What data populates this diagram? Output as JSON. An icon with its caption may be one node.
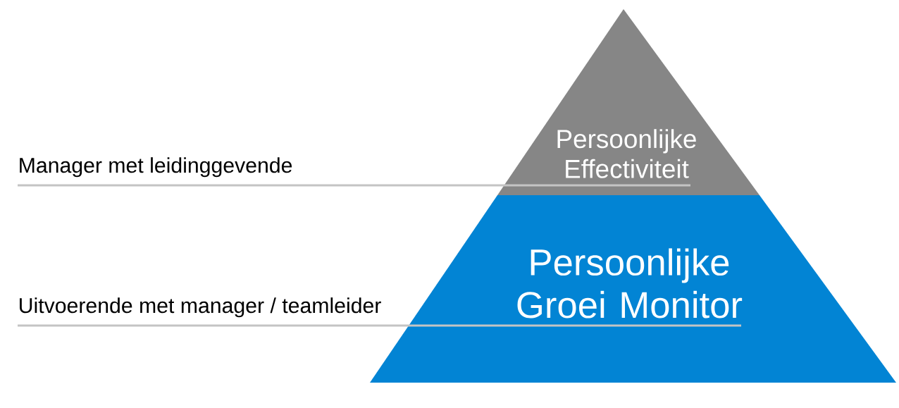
{
  "diagram": {
    "nodes": [
      {
        "text": [
          "Persoonlijke Effectiviteit"
        ]
      },
      {
        "text": [
          "Persoonlijke Groei Monitor"
        ]
      }
    ],
    "labels": [
      "Manager met leidinggevende",
      "Uitvoerende met manager / teamleider"
    ]
  }
}
